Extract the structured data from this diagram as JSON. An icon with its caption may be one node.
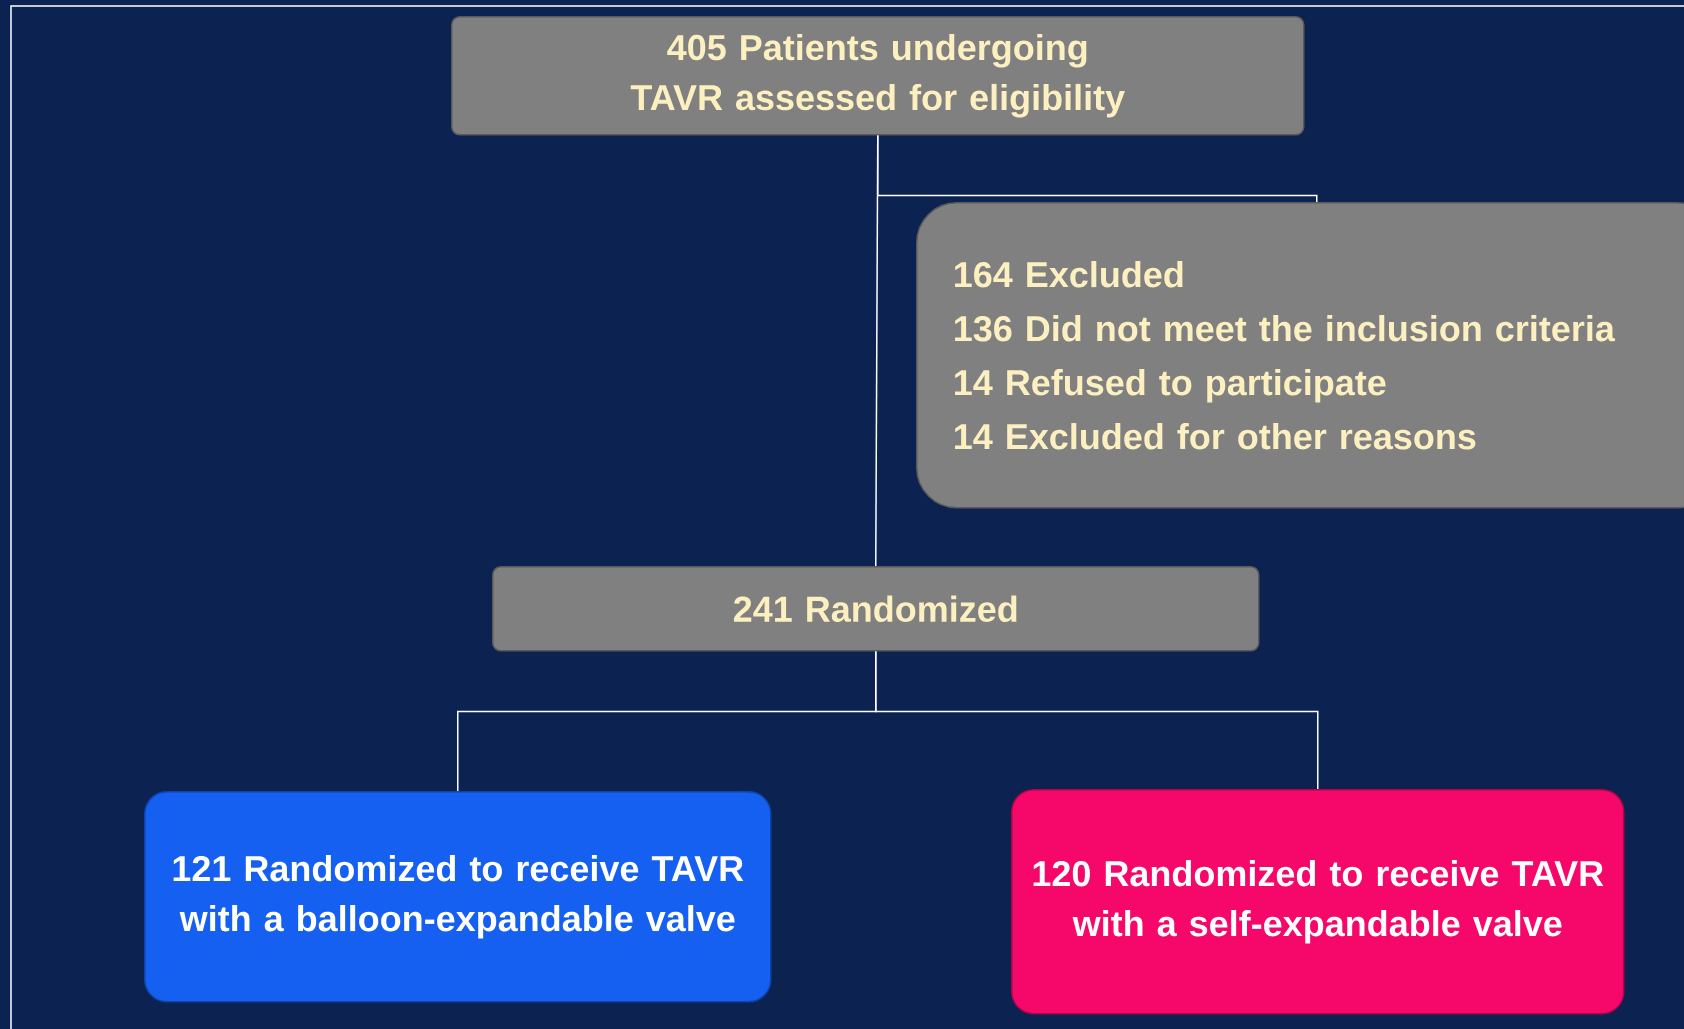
{
  "diagram": {
    "nodes": [
      {
        "text": [
          "405 Patients undergoing TAVR assessed for eligibility"
        ]
      },
      {
        "text": [
          "164 Excluded",
          "136 Did not meet the inclusion criteria",
          "14 Refused to participate",
          "14 Excluded for other reasons"
        ]
      },
      {
        "text": [
          "241 Randomized"
        ]
      },
      {
        "text": [
          "121 Randomized to receive TAVR with a balloon-expandable valve"
        ]
      },
      {
        "text": [
          "120 Randomized to receive TAVR with a self-expandable valve"
        ]
      }
    ],
    "edges": [
      {
        "from": 0,
        "to": 1,
        "arrow": "none"
      },
      {
        "from": 0,
        "to": 2,
        "arrow": "none"
      },
      {
        "from": 2,
        "to": 3,
        "arrow": "none"
      },
      {
        "from": 2,
        "to": 4,
        "arrow": "none"
      }
    ]
  }
}
